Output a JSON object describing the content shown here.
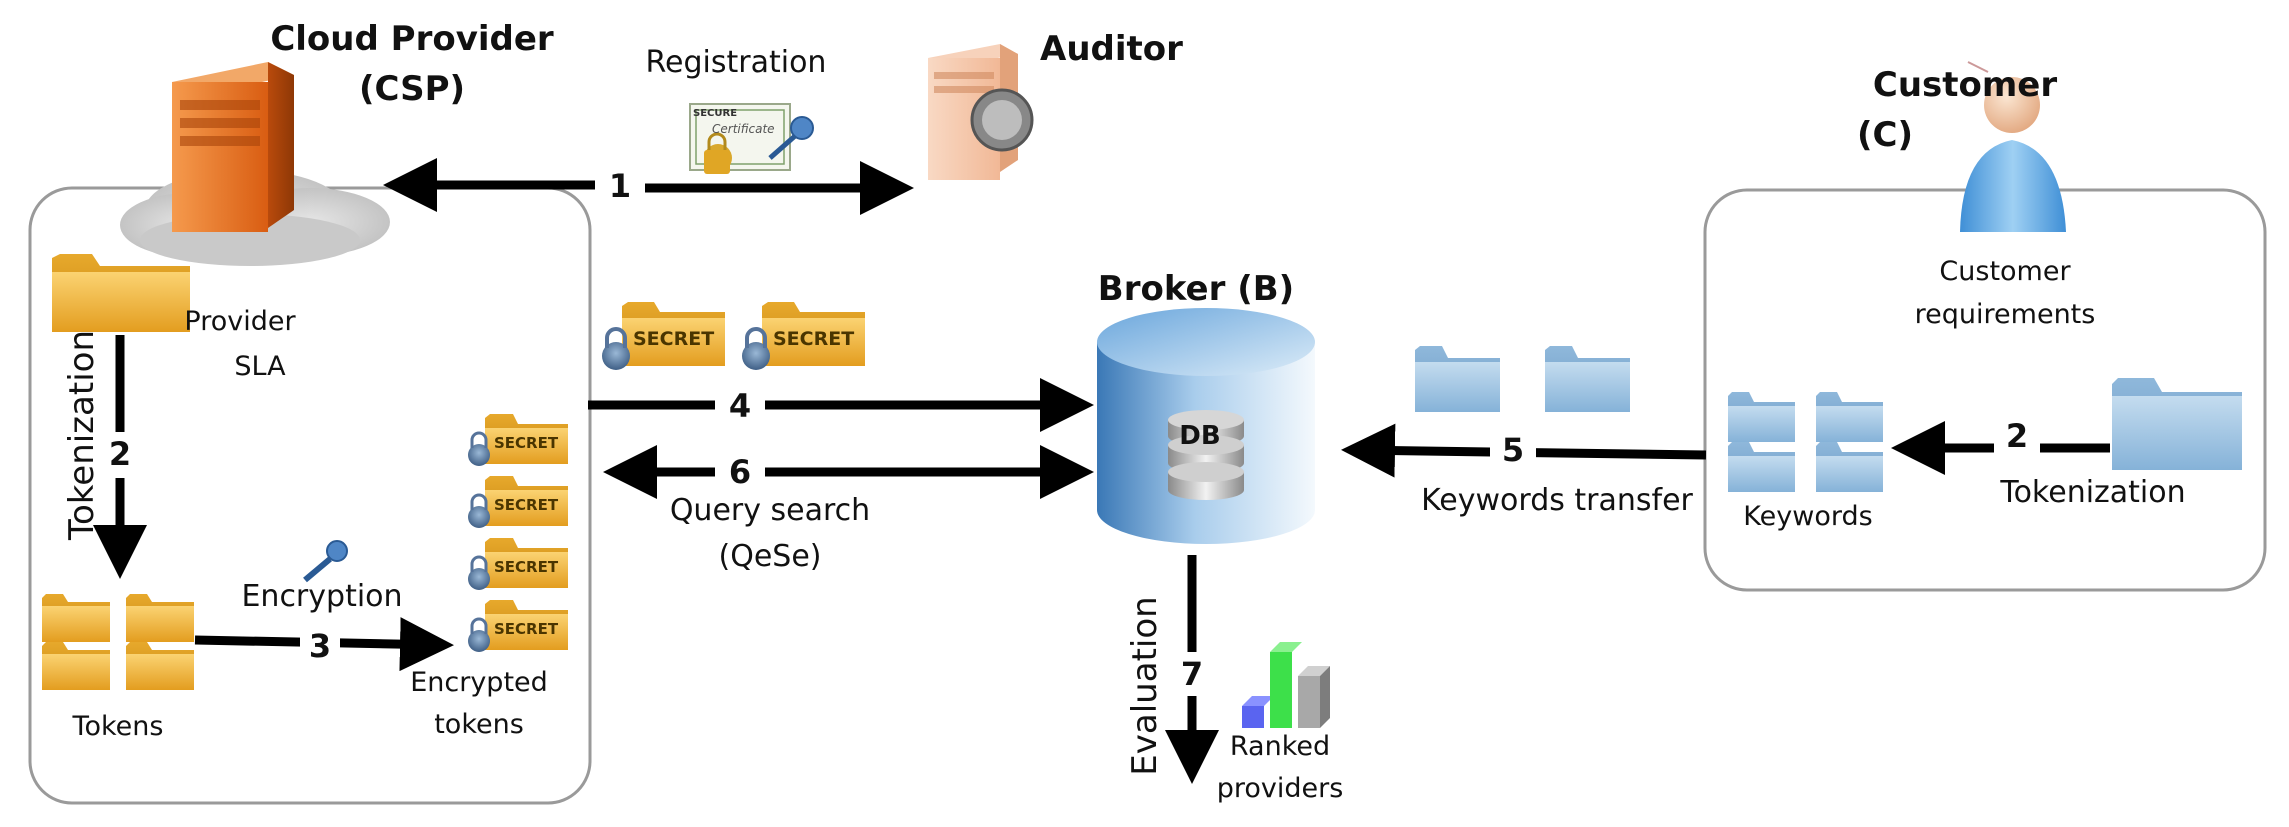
{
  "actors": {
    "csp": {
      "line1": "Cloud Provider",
      "line2": "(CSP)"
    },
    "auditor": {
      "label": "Auditor"
    },
    "broker": {
      "label": "Broker (B)",
      "db": "DB"
    },
    "customer": {
      "line1": "Customer",
      "line2": "(C)"
    }
  },
  "provider_box": {
    "sla_line1": "Provider",
    "sla_line2": "SLA",
    "tokenization": "Tokenization",
    "tokens": "Tokens",
    "encryption": "Encryption",
    "encrypted_line1": "Encrypted",
    "encrypted_line2": "tokens",
    "secret": "SECRET"
  },
  "customer_box": {
    "req_line1": "Customer",
    "req_line2": "requirements",
    "keywords": "Keywords",
    "tokenization": "Tokenization"
  },
  "labels": {
    "registration": "Registration",
    "query_line1": "Query search",
    "query_line2": "(QeSe)",
    "keywords_transfer": "Keywords transfer",
    "evaluation": "Evaluation",
    "ranked_line1": "Ranked",
    "ranked_line2": "providers",
    "certificate_top": "SECURE",
    "certificate_script": "Certificate"
  },
  "steps": {
    "s1": "1",
    "s2_provider": "2",
    "s2_customer": "2",
    "s3": "3",
    "s4": "4",
    "s5": "5",
    "s6": "6",
    "s7": "7"
  },
  "colors": {
    "box_border": "#9a9a9a",
    "arrow": "#000000",
    "server_orange": "#e8702a",
    "folder_yellow": "#f2b83a",
    "folder_blue": "#9cc3e3",
    "db_blue": "#4f8fc8",
    "bar_blue": "#5a64f0",
    "bar_green": "#3de04a",
    "bar_gray": "#9a9a9a"
  }
}
